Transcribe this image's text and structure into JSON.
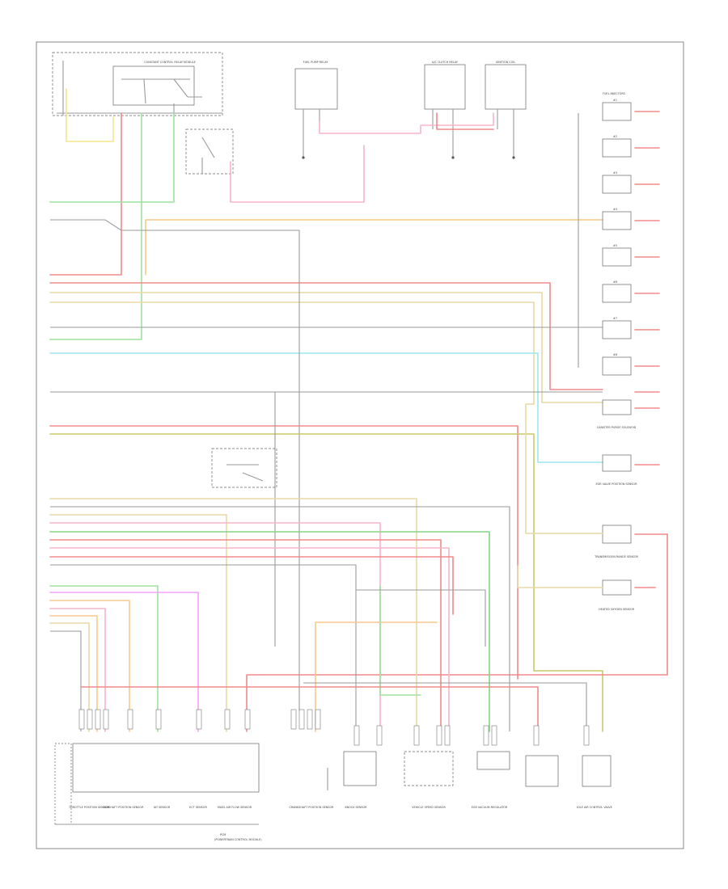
{
  "diagram": {
    "footer": {
      "module_label": "PCM",
      "module_sub": "(POWERTRAIN CONTROL MODULE)"
    },
    "colors": {
      "red": "#f08a8a",
      "pink": "#f7b6c8",
      "yellow": "#f4e68a",
      "green": "#9ee29e",
      "orange": "#f5c98a",
      "tan": "#e7d8a5",
      "light_blue": "#9be6f3",
      "magenta": "#f4a3f4",
      "gray": "#9a9a9a"
    },
    "injectors": {
      "header": "FUEL INJECTORS",
      "items": [
        "#1",
        "#2",
        "#3",
        "#4",
        "#5",
        "#6",
        "#7",
        "#8"
      ]
    },
    "bottom_components": [
      "THROTTLE POSITION SENSOR",
      "CAMSHAFT POSITION SENSOR",
      "IAT SENSOR",
      "ECT SENSOR",
      "MASS AIR FLOW SENSOR",
      "CRANKSHAFT POSITION SENSOR",
      "KNOCK SENSOR",
      "VEHICLE SPEED SENSOR",
      "EGR VACUUM REGULATOR",
      "IDLE AIR CONTROL VALVE"
    ],
    "right_components": [
      "CANISTER PURGE SOLENOID",
      "EGR VALVE POSITION SENSOR",
      "TRANSMISSION RANGE SENSOR",
      "HEATED OXYGEN SENSOR"
    ],
    "top_components": [
      "CONSTANT CONTROL RELAY MODULE",
      "FUEL PUMP RELAY",
      "A/C CLUTCH RELAY",
      "IGNITION COIL"
    ]
  }
}
